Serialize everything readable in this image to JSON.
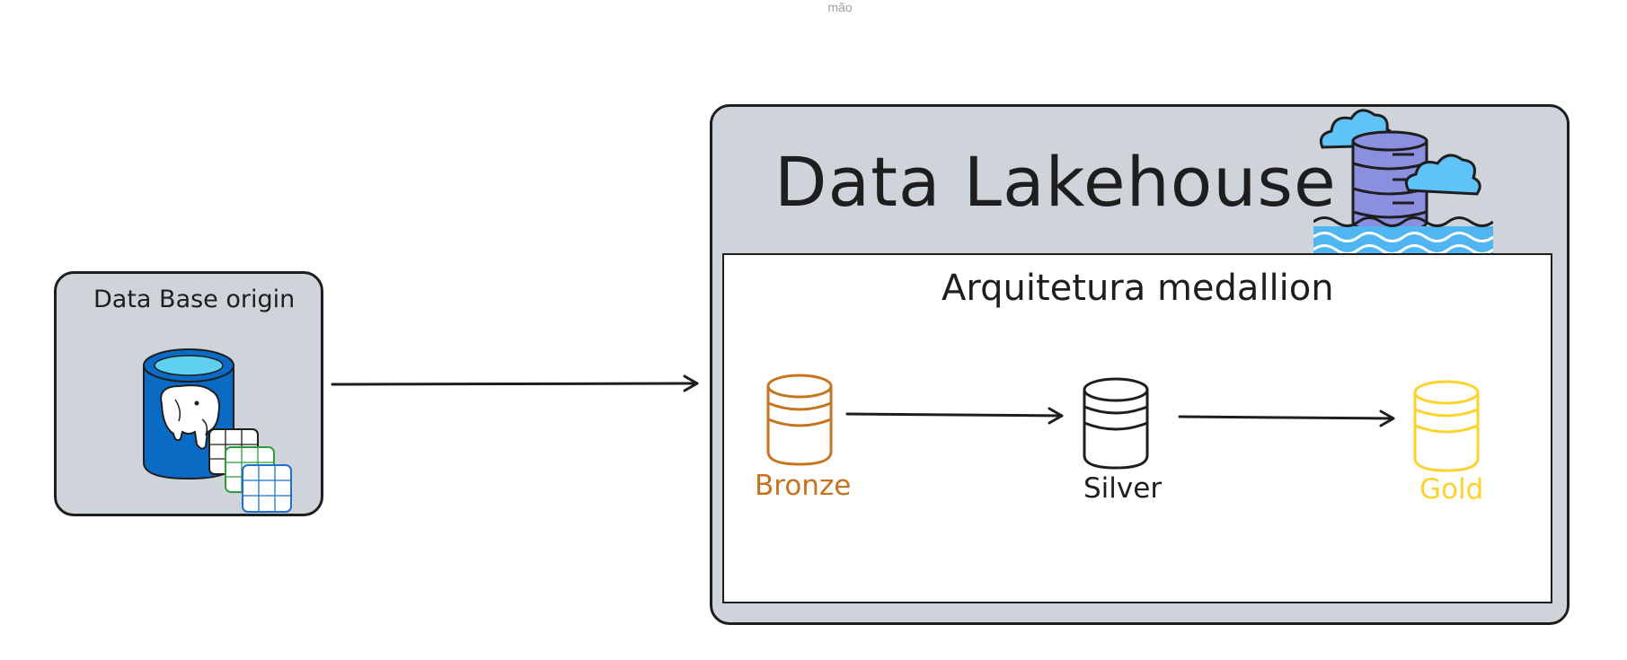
{
  "header": {
    "top_label": "mão"
  },
  "source": {
    "title": "Data Base origin",
    "icon": "postgres-database-icon"
  },
  "lakehouse": {
    "title": "Data Lakehouse",
    "icon": "cloud-database-lake-icon",
    "panel_title": "Arquitetura medallion"
  },
  "layers": [
    {
      "label": "Bronze",
      "color": "#c8731e",
      "icon": "bronze-database-icon"
    },
    {
      "label": "Silver",
      "color": "#1e1e1e",
      "icon": "silver-database-icon"
    },
    {
      "label": "Gold",
      "color": "#fcd32b",
      "icon": "gold-database-icon"
    }
  ],
  "colors": {
    "box_fill": "#cfd4da",
    "stroke": "#1e1e1e",
    "postgres_blue": "#0a6bc4",
    "cloud_blue": "#5fc3f7",
    "server_purple": "#8b8fe0",
    "water_blue": "#4fb6f2"
  }
}
